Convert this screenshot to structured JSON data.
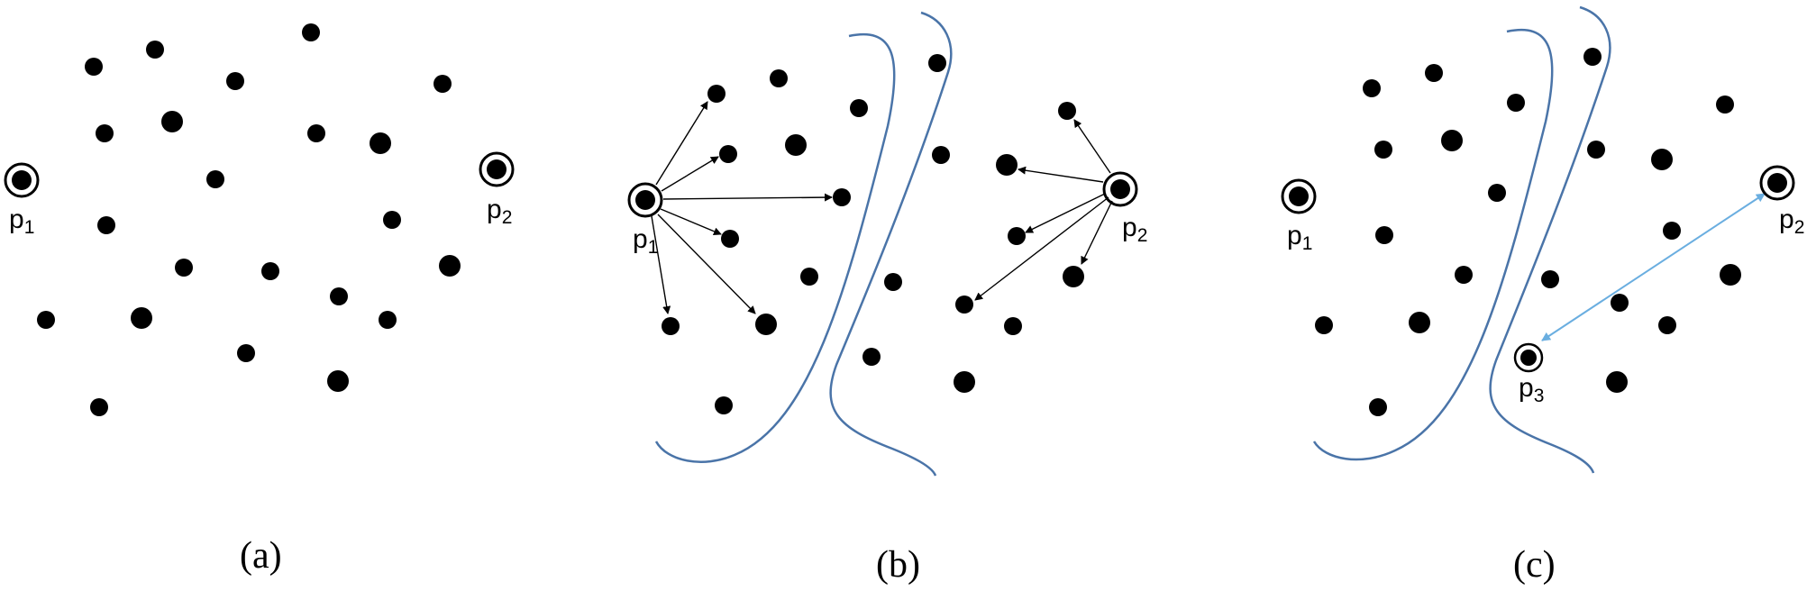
{
  "panels": [
    {
      "caption": "(a)"
    },
    {
      "caption": "(b)"
    },
    {
      "caption": "(c)"
    }
  ],
  "labels": {
    "p1": {
      "letter": "p",
      "sub": "1"
    },
    "p2": {
      "letter": "p",
      "sub": "2"
    },
    "p3": {
      "letter": "p",
      "sub": "3"
    }
  },
  "colors": {
    "point": "#000000",
    "boundary": "#4a74a8",
    "distance_arrow": "#6aaee0"
  }
}
